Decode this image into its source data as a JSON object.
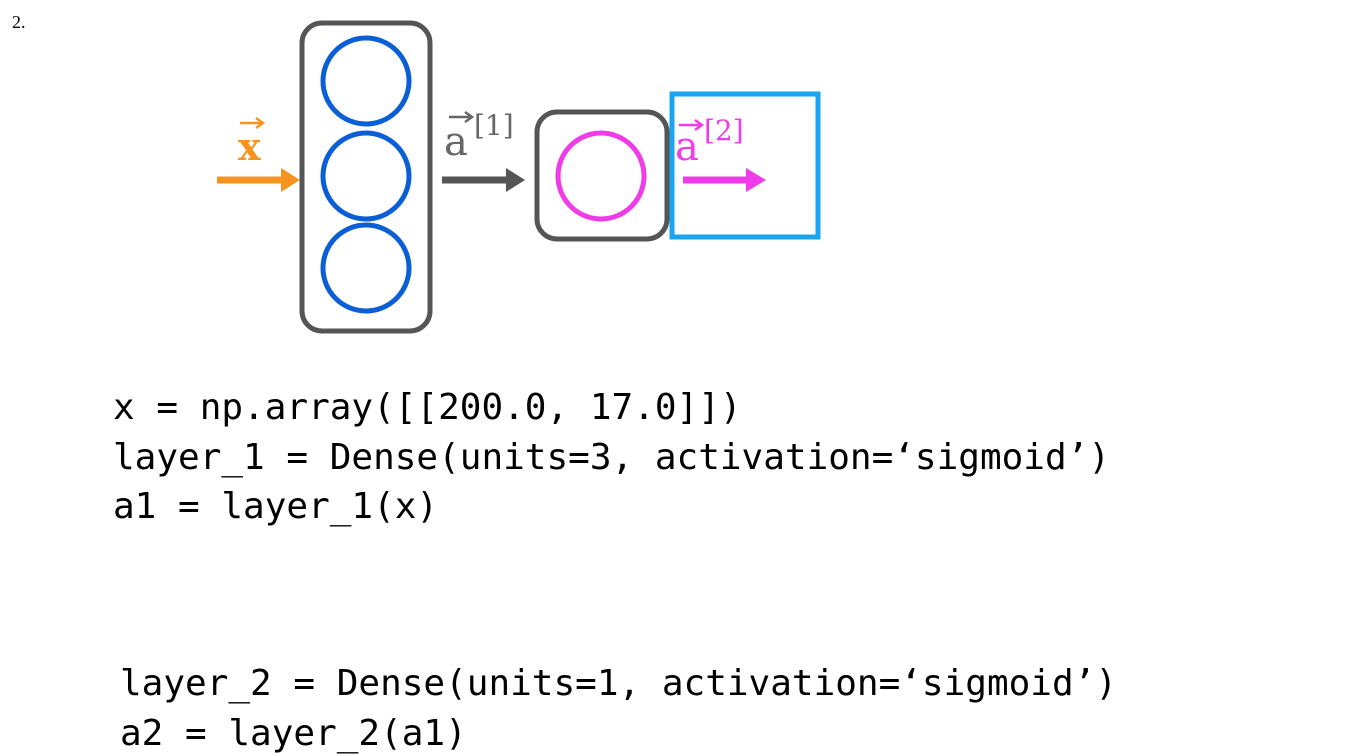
{
  "question_number": "2.",
  "diagram": {
    "input_label": "x",
    "hidden_output_label": "a",
    "hidden_output_superscript": "[1]",
    "output_label": "a",
    "output_superscript": "[2]",
    "colors": {
      "input": "#f7931e",
      "layer1_neuron": "#0a5fd6",
      "layer2_neuron": "#f03ce8",
      "layer_box": "#555555",
      "highlight_box": "#1aa5f0",
      "hidden_arrow": "#555555",
      "output_arrow": "#f03ce8"
    }
  },
  "code": {
    "block1": [
      "x = np.array([[200.0, 17.0]])",
      "layer_1 = Dense(units=3, activation=‘sigmoid’)",
      "a1 = layer_1(x)"
    ],
    "block2": [
      "layer_2 = Dense(units=1, activation=‘sigmoid’)",
      "a2 = layer_2(a1)"
    ]
  }
}
